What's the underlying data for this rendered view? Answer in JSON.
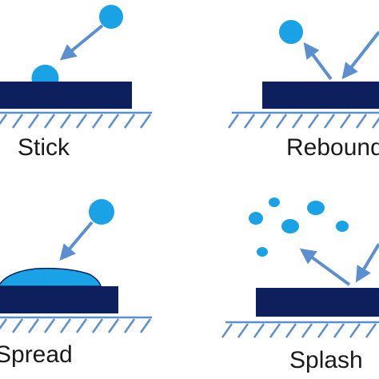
{
  "colors": {
    "substrate": "#0d1f5c",
    "droplet": "#19a3e6",
    "arrow": "#5b8fd0",
    "hatch": "#5b8fd0",
    "text": "#1a1a1a"
  },
  "panels": [
    {
      "id": "stick",
      "label": "Stick"
    },
    {
      "id": "rebound",
      "label": "Rebound"
    },
    {
      "id": "spread",
      "label": "Spread"
    },
    {
      "id": "splash",
      "label": "Splash"
    }
  ]
}
